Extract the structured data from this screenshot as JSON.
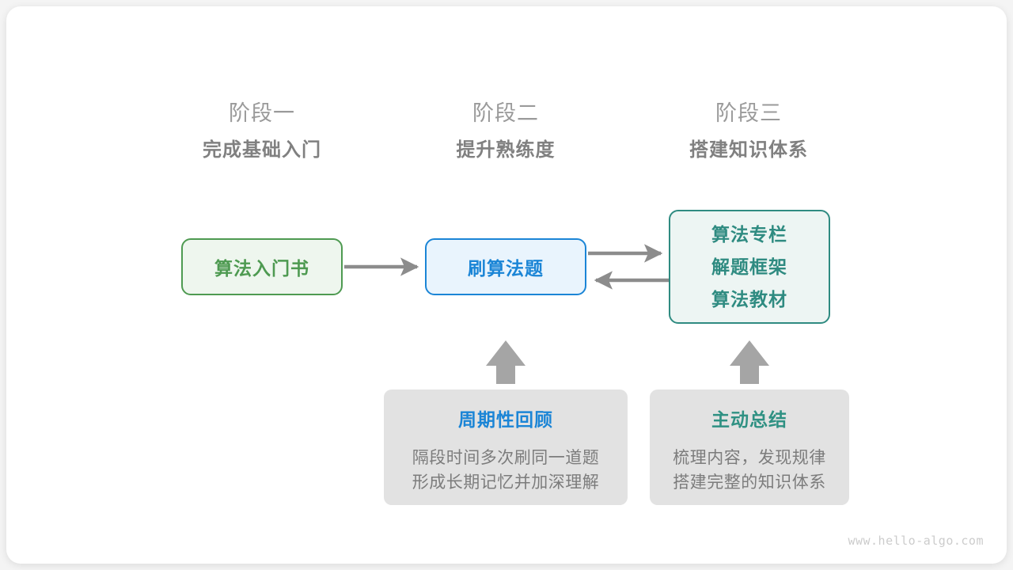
{
  "page": {
    "background_color": "#f4f4f4",
    "card_color": "#ffffff",
    "watermark": "www.hello-algo.com"
  },
  "palette": {
    "green": "#4e9a51",
    "green_fill": "#eef6ee",
    "blue": "#1b85d6",
    "blue_fill": "#e9f4fd",
    "teal": "#2f8b81",
    "teal_fill": "#edf5f3",
    "gray_card": "#e2e2e2",
    "gray_text": "#7c7c7c",
    "heading_gray": "#808080",
    "stage_num_gray": "#9a9a9a",
    "arrow_gray": "#8c8c8c",
    "block_arrow_gray": "#a5a5a5"
  },
  "stages": [
    {
      "number": "阶段一",
      "title": "完成基础入门"
    },
    {
      "number": "阶段二",
      "title": "提升熟练度"
    },
    {
      "number": "阶段三",
      "title": "搭建知识体系"
    }
  ],
  "nodes": {
    "book": {
      "label": "算法入门书"
    },
    "practice": {
      "label": "刷算法题"
    },
    "knowledge": {
      "lines": [
        "算法专栏",
        "解题框架",
        "算法教材"
      ]
    }
  },
  "tips": [
    {
      "title": "周期性回顾",
      "body_lines": [
        "隔段时间多次刷同一道题",
        "形成长期记忆并加深理解"
      ]
    },
    {
      "title": "主动总结",
      "body_lines": [
        "梳理内容，发现规律",
        "搭建完整的知识体系"
      ]
    }
  ],
  "connectors": [
    {
      "name": "book-to-practice",
      "direction": "right"
    },
    {
      "name": "practice-to-knowledge",
      "direction": "right"
    },
    {
      "name": "knowledge-to-practice",
      "direction": "left"
    },
    {
      "name": "review-to-practice",
      "direction": "up"
    },
    {
      "name": "summary-to-knowledge",
      "direction": "up"
    }
  ]
}
